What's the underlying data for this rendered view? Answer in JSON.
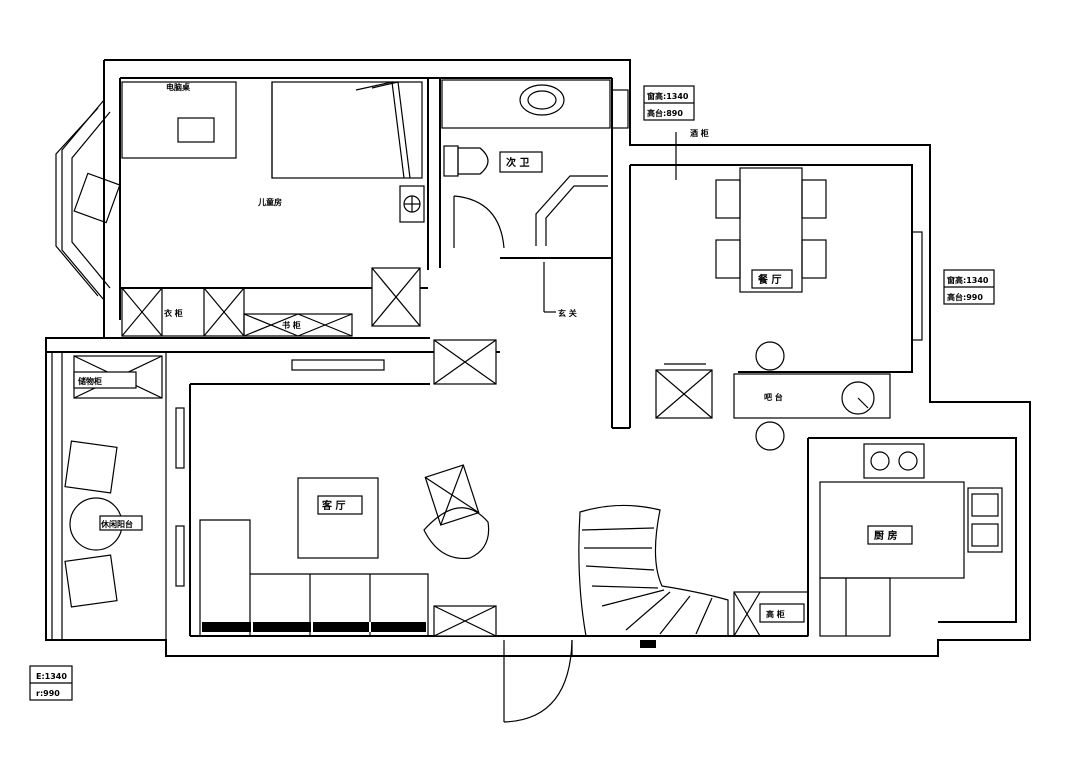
{
  "rooms": {
    "computer_desk": "电脑桌",
    "kids_room": "儿童房",
    "second_bath": "次 卫",
    "wardrobe": "衣 柜",
    "bookcase": "书 柜",
    "entry": "玄 关",
    "dining": "餐 厅",
    "bar": "吧 台",
    "storage_cabinet": "储物柜",
    "leisure_balcony": "休闲阳台",
    "living_room": "客 厅",
    "kitchen": "厨 房",
    "tall_cabinet": "高 柜",
    "wine_cabinet": "酒 柜"
  },
  "windows": [
    {
      "sill_height": "窗高:1340",
      "table_height": "高台:890"
    },
    {
      "sill_height": "窗高:1340",
      "table_height": "高台:990"
    },
    {
      "sill_height": "E:1340",
      "table_height": "r:990"
    }
  ]
}
